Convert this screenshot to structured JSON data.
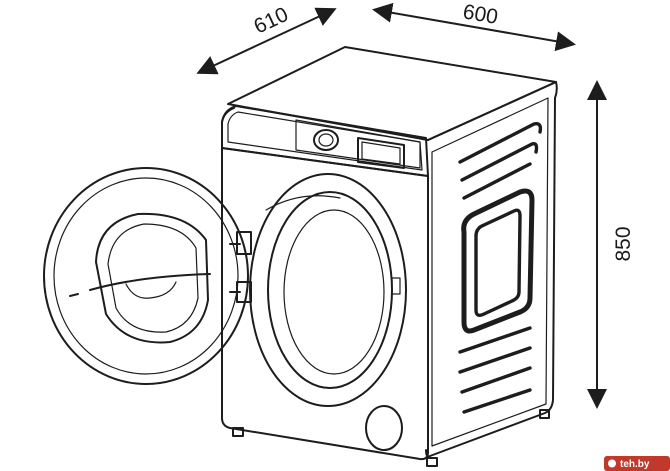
{
  "dimensions": {
    "depth": "610",
    "width": "600",
    "height": "850"
  },
  "watermark": {
    "text": "teh.by",
    "color": "#c0392b"
  },
  "colors": {
    "line": "#1d1d1d",
    "background": "#ffffff"
  }
}
